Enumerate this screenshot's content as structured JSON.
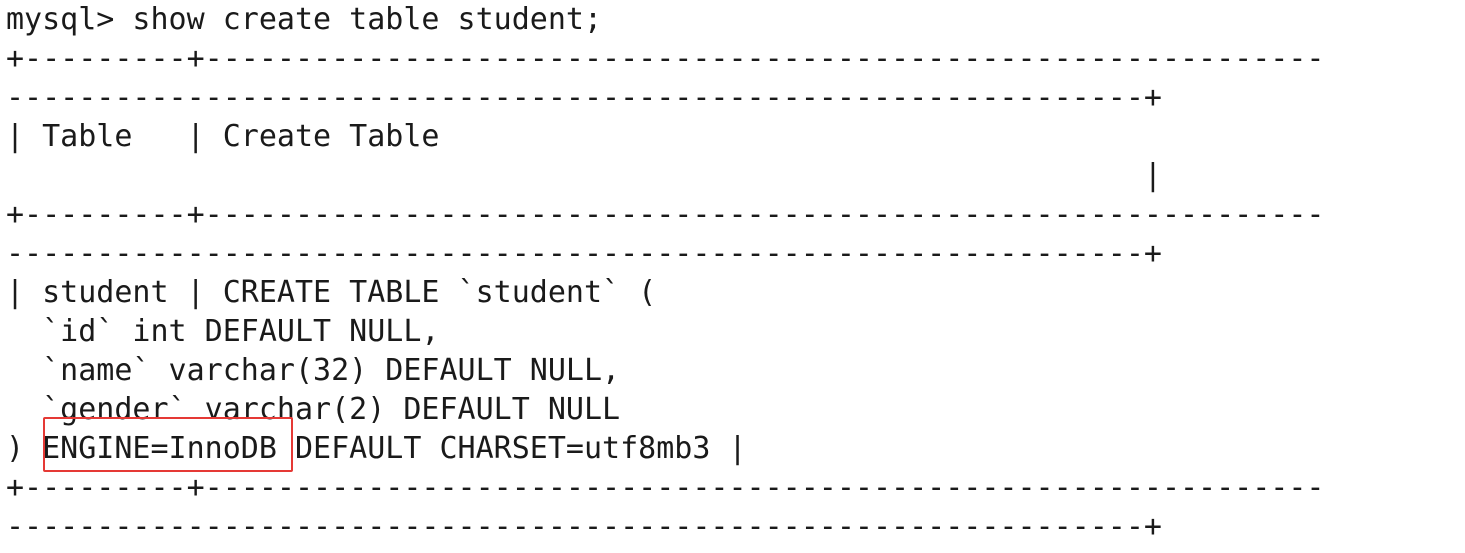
{
  "terminal": {
    "lines": [
      "mysql> show create table student;",
      "+---------+--------------------------------------------------------------",
      "---------------------------------------------------------------+",
      "| Table   | Create Table",
      "                                                               |",
      "+---------+--------------------------------------------------------------",
      "---------------------------------------------------------------+",
      "| student | CREATE TABLE `student` (",
      "  `id` int DEFAULT NULL,",
      "  `name` varchar(32) DEFAULT NULL,",
      "  `gender` varchar(2) DEFAULT NULL",
      ") ENGINE=InnoDB DEFAULT CHARSET=utf8mb3 |",
      "+---------+--------------------------------------------------------------",
      "---------------------------------------------------------------+"
    ]
  },
  "highlight": {
    "text": "ENGINE=InnoDB",
    "color": "#e53935"
  },
  "colors": {
    "background": "#ffffff",
    "text": "#1a1a1a"
  }
}
